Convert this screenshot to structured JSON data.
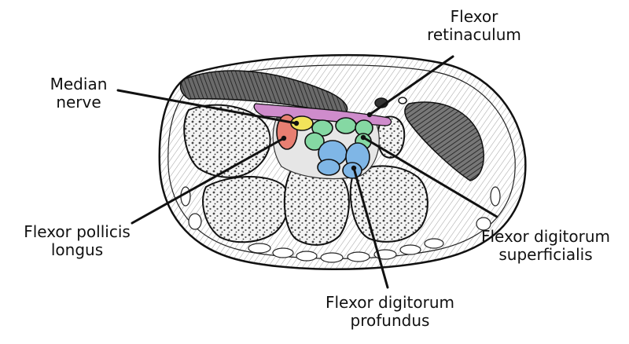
{
  "labels": {
    "flexor_retinaculum": [
      "Flexor",
      "retinaculum"
    ],
    "median_nerve": [
      "Median",
      "nerve"
    ],
    "flexor_pollicis_longus": [
      "Flexor pollicis",
      "longus"
    ],
    "flexor_digitorum_superficialis": [
      "Flexor digitorum",
      "superficialis"
    ],
    "flexor_digitorum_profundus": [
      "Flexor digitorum",
      "profundus"
    ]
  },
  "colors": {
    "retinaculum": "#cf8ccc",
    "median_nerve": "#f2e35a",
    "pollicis_longus": "#e87f72",
    "superficialis": "#85d8a3",
    "profundus": "#7fb6e6",
    "ink": "#111111"
  }
}
